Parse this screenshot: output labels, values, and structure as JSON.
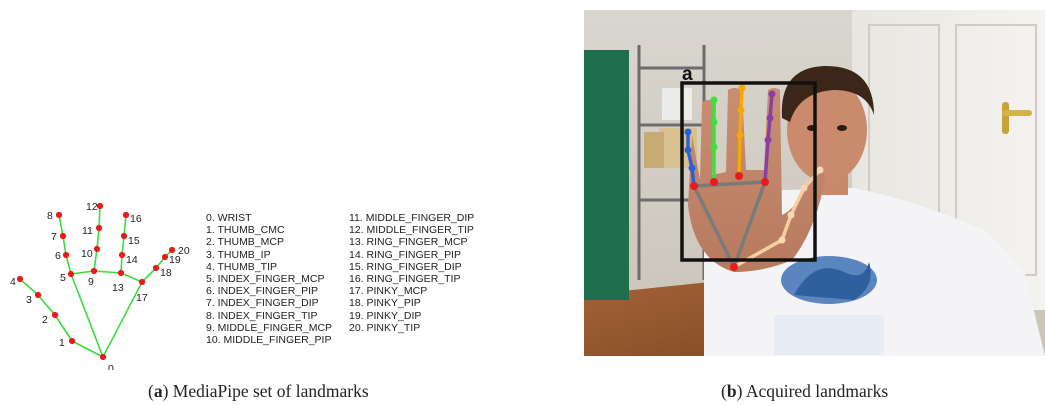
{
  "figure": {
    "panel_a": {
      "caption_label": "a",
      "caption_text": "MediaPipe set of landmarks",
      "line_color": "#3cdc3c",
      "point_color": "#e81c1c",
      "landmark_numbers": [
        "0",
        "1",
        "2",
        "3",
        "4",
        "5",
        "6",
        "7",
        "8",
        "9",
        "10",
        "11",
        "12",
        "13",
        "14",
        "15",
        "16",
        "17",
        "18",
        "19",
        "20"
      ],
      "landmarks": [
        "0. WRIST",
        "1. THUMB_CMC",
        "2. THUMB_MCP",
        "3. THUMB_IP",
        "4. THUMB_TIP",
        "5. INDEX_FINGER_MCP",
        "6. INDEX_FINGER_PIP",
        "7. INDEX_FINGER_DIP",
        "8. INDEX_FINGER_TIP",
        "9. MIDDLE_FINGER_MCP",
        "10. MIDDLE_FINGER_PIP",
        "11. MIDDLE_FINGER_DIP",
        "12. MIDDLE_FINGER_TIP",
        "13. RING_FINGER_MCP",
        "14. RING_FINGER_PIP",
        "15. RING_FINGER_DIP",
        "16. RING_FINGER_TIP",
        "17. PINKY_MCP",
        "18. PINKY_PIP",
        "19. PINKY_DIP",
        "20. PINKY_TIP"
      ]
    },
    "panel_b": {
      "caption_label": "b",
      "caption_text": "Acquired landmarks",
      "box_label": "a",
      "finger_colors": {
        "thumb": "#f5cfa0",
        "index": "#2962d8",
        "middle": "#3ee03e",
        "ring": "#f5a800",
        "pinky": "#8a3fa5",
        "palm": "#7a7a7a",
        "joint": "#e81c1c"
      }
    }
  }
}
